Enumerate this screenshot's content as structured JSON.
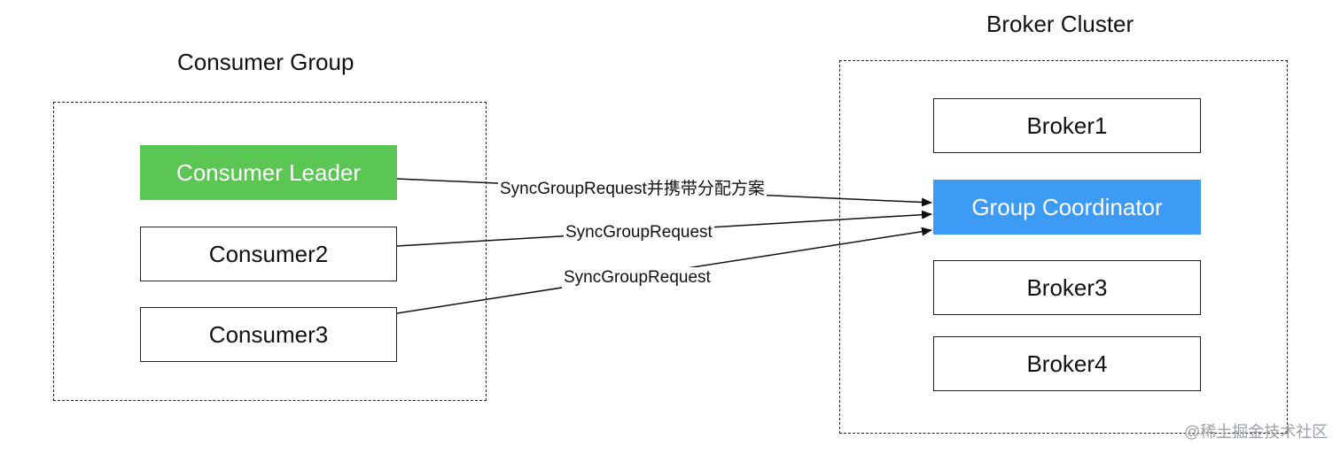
{
  "colors": {
    "leader_fill": "#5bc653",
    "coordinator_fill": "#3d9bf5",
    "line": "#111111"
  },
  "consumer_group": {
    "title": "Consumer Group",
    "nodes": [
      "Consumer Leader",
      "Consumer2",
      "Consumer3"
    ]
  },
  "broker_cluster": {
    "title": "Broker Cluster",
    "nodes": [
      "Broker1",
      "Group Coordinator",
      "Broker3",
      "Broker4"
    ]
  },
  "edges": [
    {
      "from": "Consumer Leader",
      "to": "Group Coordinator",
      "label": "SyncGroupRequest并携带分配方案"
    },
    {
      "from": "Consumer2",
      "to": "Group Coordinator",
      "label": "SyncGroupRequest"
    },
    {
      "from": "Consumer3",
      "to": "Group Coordinator",
      "label": "SyncGroupRequest"
    }
  ],
  "watermark": "@稀土掘金技术社区"
}
